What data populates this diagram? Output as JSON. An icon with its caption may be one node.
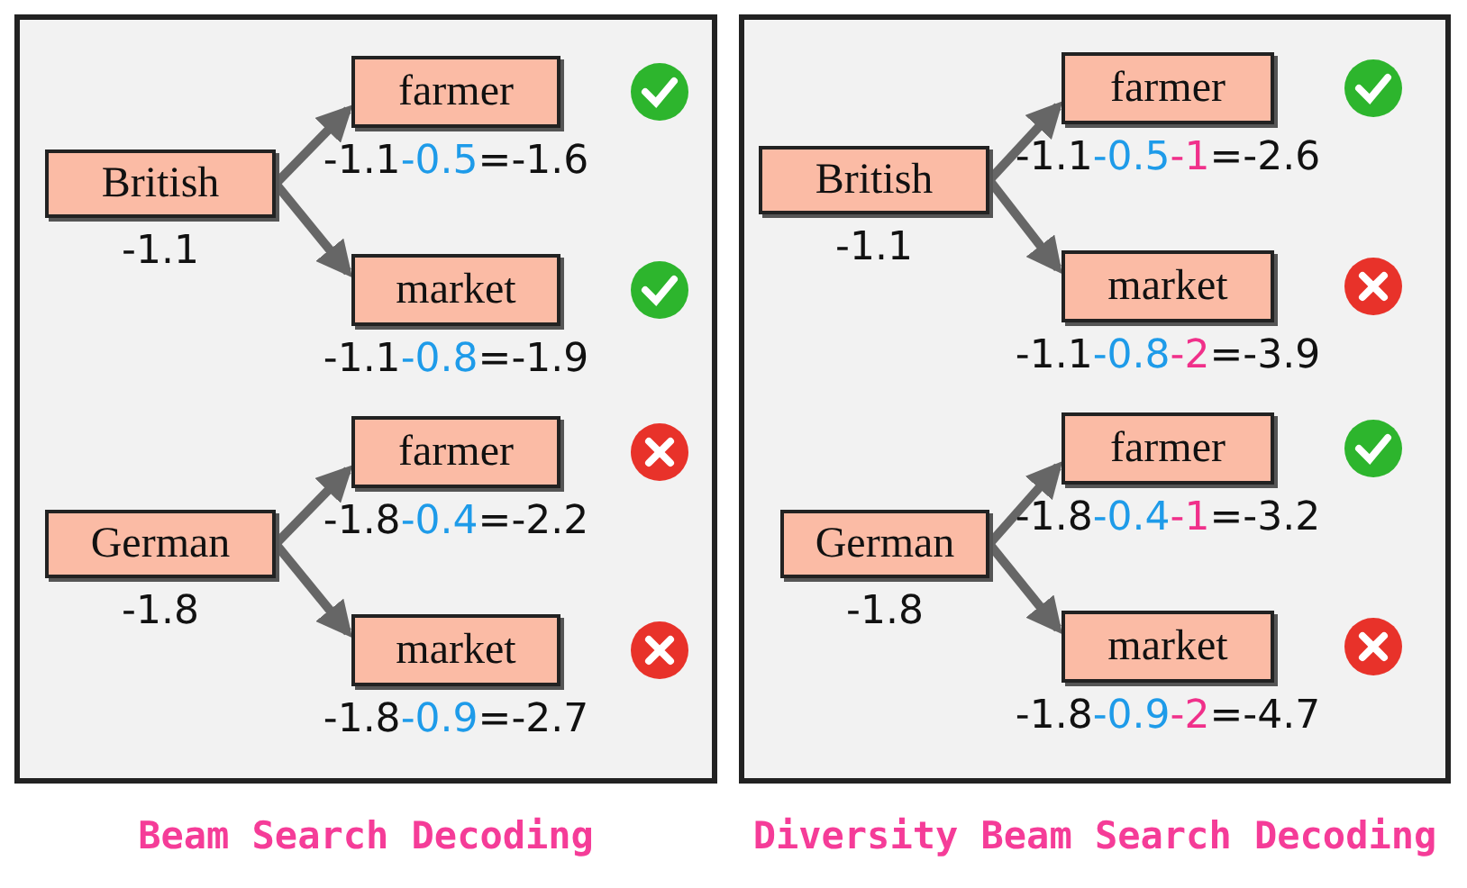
{
  "diagram": {
    "nodes": [
      {
        "text": [
          "Beam Search Decoding"
        ]
      },
      {
        "text": [
          "British"
        ],
        "in": 0,
        "beside": [
          "-1.1"
        ]
      },
      {
        "text": [
          "farmer"
        ],
        "in": 0,
        "beside": [
          "-1.1-0.5=-1.6"
        ]
      },
      {
        "text": [
          "market"
        ],
        "in": 0,
        "beside": [
          "-1.1-0.8=-1.9"
        ]
      },
      {
        "text": [
          "German"
        ],
        "in": 0,
        "beside": [
          "-1.8"
        ]
      },
      {
        "text": [
          "farmer"
        ],
        "in": 0,
        "beside": [
          "-1.8-0.4=-2.2"
        ]
      },
      {
        "text": [
          "market"
        ],
        "in": 0,
        "beside": [
          "-1.8-0.9=-2.7"
        ]
      },
      {
        "text": [
          "Diversity Beam Search Decoding"
        ]
      },
      {
        "text": [
          "British"
        ],
        "in": 7,
        "beside": [
          "-1.1"
        ]
      },
      {
        "text": [
          "farmer"
        ],
        "in": 7,
        "beside": [
          "-1.1-0.5-1=-2.6"
        ]
      },
      {
        "text": [
          "market"
        ],
        "in": 7,
        "beside": [
          "-1.1-0.8-2=-3.9"
        ]
      },
      {
        "text": [
          "German"
        ],
        "in": 7,
        "beside": [
          "-1.8"
        ]
      },
      {
        "text": [
          "farmer"
        ],
        "in": 7,
        "beside": [
          "-1.8-0.4-1=-3.2"
        ]
      },
      {
        "text": [
          "market"
        ],
        "in": 7,
        "beside": [
          "-1.8-0.9-2=-4.7"
        ]
      }
    ],
    "edges": [
      {
        "from": 1,
        "to": 2,
        "arrow": "to"
      },
      {
        "from": 1,
        "to": 3,
        "arrow": "to"
      },
      {
        "from": 4,
        "to": 5,
        "arrow": "to"
      },
      {
        "from": 4,
        "to": 6,
        "arrow": "to"
      },
      {
        "from": 8,
        "to": 9,
        "arrow": "to"
      },
      {
        "from": 8,
        "to": 10,
        "arrow": "to"
      },
      {
        "from": 11,
        "to": 12,
        "arrow": "to"
      },
      {
        "from": 11,
        "to": 13,
        "arrow": "to"
      }
    ]
  }
}
